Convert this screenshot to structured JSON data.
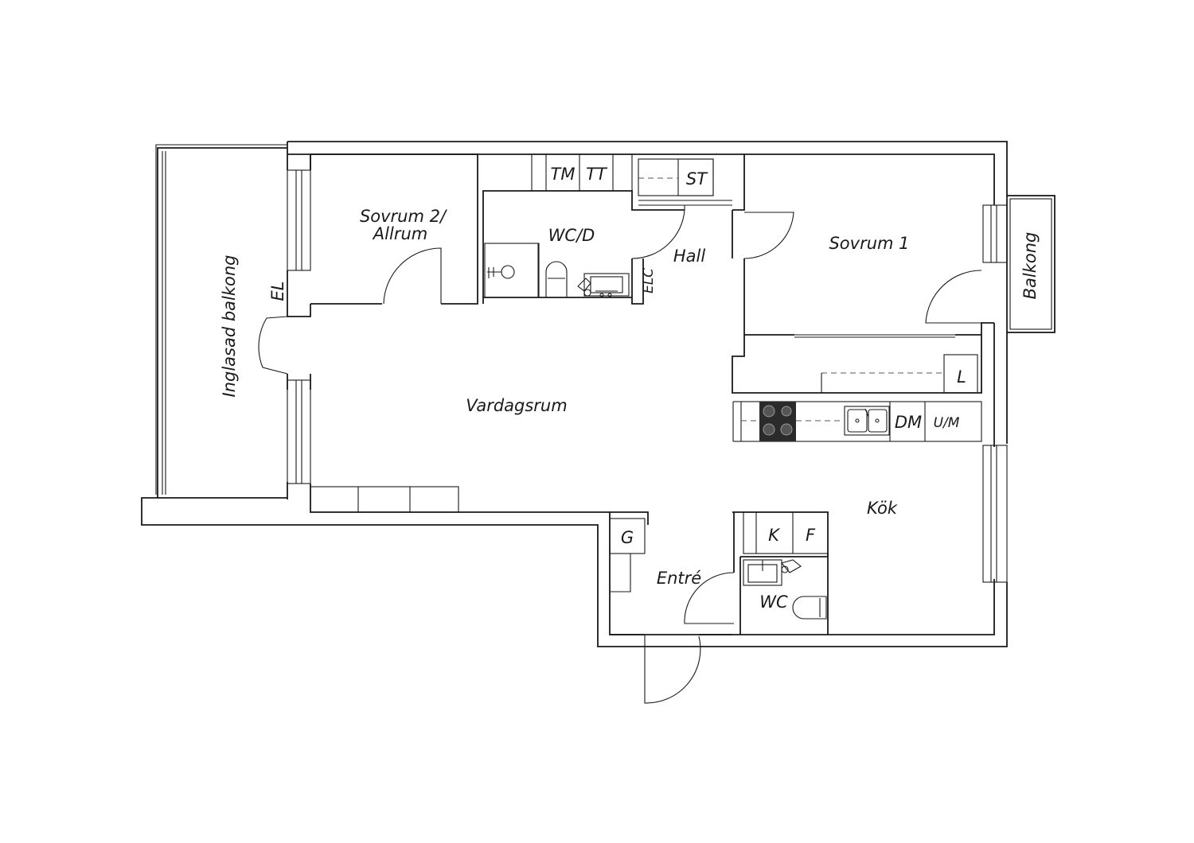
{
  "floorplan": {
    "rooms": {
      "inglasad_balkong": "Inglasad balkong",
      "sovrum2_line1": "Sovrum 2/",
      "sovrum2_line2": "Allrum",
      "wcd": "WC/D",
      "hall": "Hall",
      "sovrum1": "Sovrum 1",
      "balkong": "Balkong",
      "vardagsrum": "Vardagsrum",
      "kok": "Kök",
      "entre": "Entré",
      "wc": "WC"
    },
    "fixtures": {
      "el": "EL",
      "tm": "TM",
      "tt": "TT",
      "st": "ST",
      "elc": "ELC",
      "l": "L",
      "dm": "DM",
      "um": "U/M",
      "g": "G",
      "k": "K",
      "f": "F"
    },
    "colors": {
      "line": "#1a1a1a",
      "background": "#ffffff",
      "stove": "#2b2b2b"
    }
  }
}
